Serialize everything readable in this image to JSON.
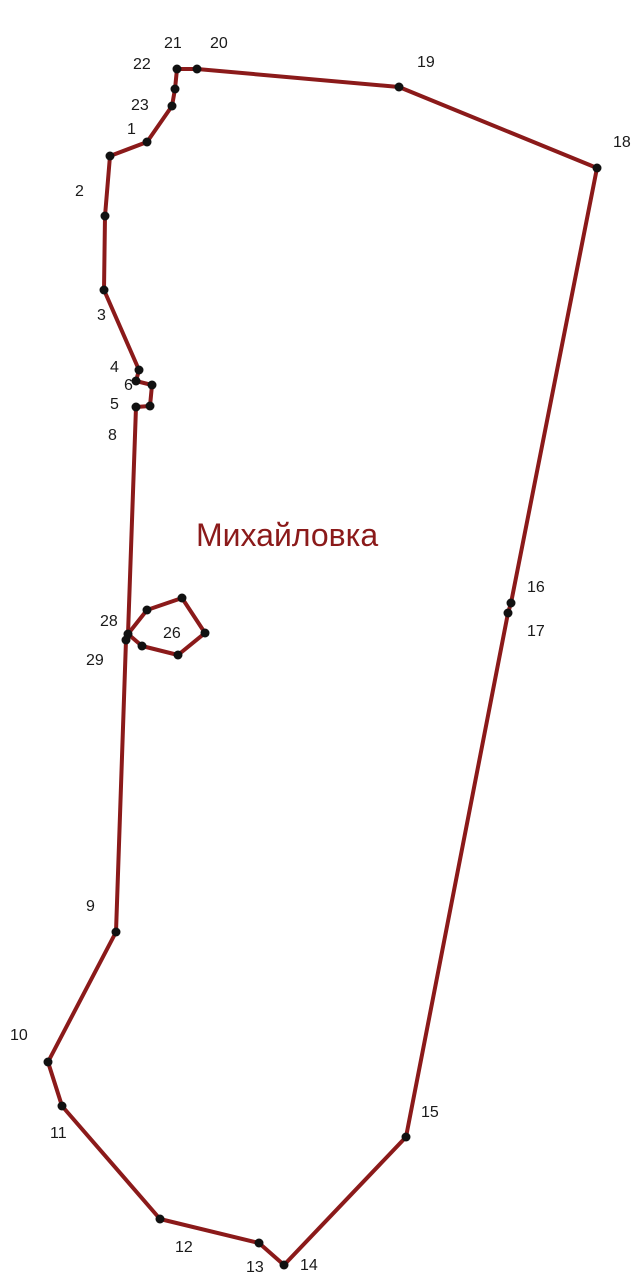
{
  "map": {
    "settlement_name": "Михайловка",
    "colors": {
      "boundary": "#8b1a1a",
      "vertex": "#111111",
      "label": "#1a1a1a",
      "title": "#8b1a1a",
      "background": "#ffffff"
    },
    "outer_boundary_sequence": [
      "1",
      "2",
      "3",
      "4",
      "6",
      "5",
      "8",
      "28",
      "29",
      "9",
      "10",
      "11",
      "12",
      "13",
      "14",
      "15",
      "17",
      "16",
      "18",
      "19",
      "20",
      "21",
      "22",
      "23",
      "1"
    ],
    "inner_boundary_sequence": [
      "28",
      "a",
      "b",
      "26",
      "c",
      "29",
      "28"
    ],
    "labels": [
      "1",
      "2",
      "3",
      "4",
      "5",
      "6",
      "8",
      "9",
      "10",
      "11",
      "12",
      "13",
      "14",
      "15",
      "16",
      "17",
      "18",
      "19",
      "20",
      "21",
      "22",
      "23",
      "26",
      "28",
      "29"
    ]
  }
}
